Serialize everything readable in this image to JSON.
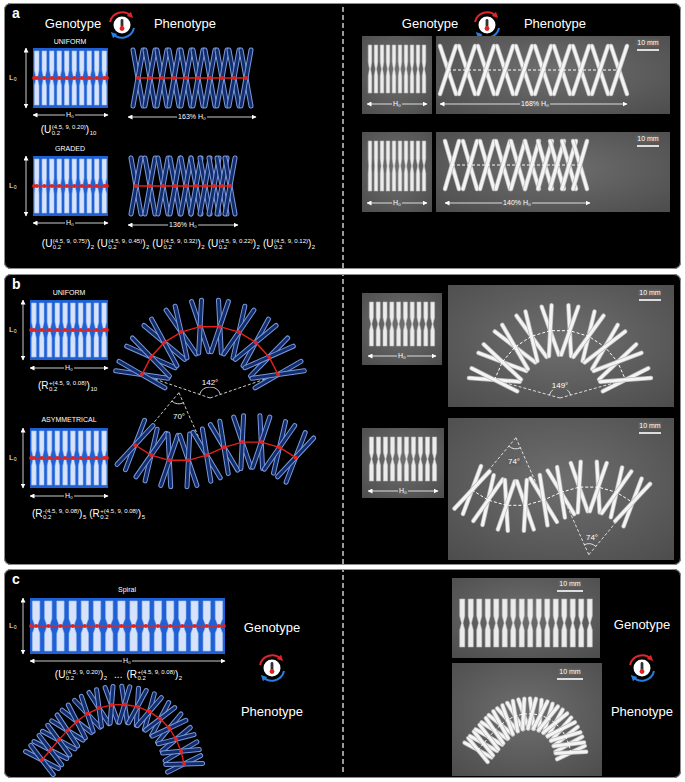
{
  "diagram": {
    "nodes": [
      {
        "text": [
          "a"
        ]
      },
      {
        "text": [
          "b"
        ]
      },
      {
        "text": [
          "c"
        ]
      }
    ],
    "labels": [
      "Genotype",
      "Phenotype",
      "Genotype",
      "Phenotype",
      "UNIFORM",
      "L₀",
      "H₀",
      "163% H₀",
      "(U",
      "(4.5, 9, 0.20)",
      "0.2",
      ")",
      "10",
      "GRADED",
      "L₀",
      "H₀",
      "136% H₀",
      "(U",
      "(4.5, 9, 0.75)",
      "0.2",
      ")",
      "2",
      "(U",
      "(4.5, 9, 0.45)",
      "0.2",
      ")",
      "2",
      "(U",
      "(4.5, 9, 0.32)",
      "0.2",
      ")",
      "2",
      "(U",
      "(4.5, 9, 0.22)",
      "0.2",
      ")",
      "2",
      "(U",
      "(4.5, 9, 0.12)",
      "0.2",
      ")",
      "2",
      "10 mm",
      "H₀",
      "168% H₀",
      "10 mm",
      "H₀",
      "140% H₀",
      "UNIFORM",
      "L₀",
      "H₀",
      "(R",
      "+(4.5, 9, 0.08)",
      "0.2",
      ")",
      "10",
      "142°",
      "70°",
      "ASYMMETRICAL",
      "L₀",
      "H₀",
      "(R",
      "-(4.5, 9, 0.08)",
      "0.2",
      ")",
      "5",
      "(R",
      "+(4.5, 9, 0.08)",
      "0.2",
      ")",
      "5",
      "10 mm",
      "H₀",
      "149°",
      "10 mm",
      "H₀",
      "74°",
      "74°",
      "Spiral",
      "L₀",
      "H₀",
      "(U",
      "(4.5, 9, 0.20)",
      "0.2",
      ")",
      "2",
      "...",
      "(R",
      "+(4.5, 9, 0.08)",
      "0.2",
      ")",
      "2",
      "Genotype",
      "Phenotype",
      "10 mm",
      "Genotype",
      "10 mm",
      "Phenotype"
    ]
  }
}
